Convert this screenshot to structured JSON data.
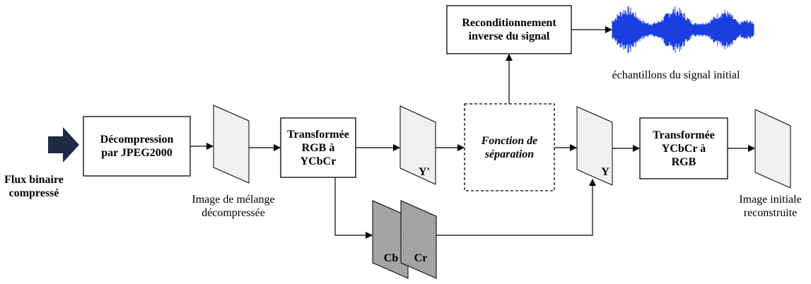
{
  "input": {
    "line1": "Flux binaire",
    "line2": "compressé"
  },
  "blocks": {
    "decompression": {
      "line1": "Décompression",
      "line2": "par JPEG2000"
    },
    "rgb_to_ycbcr": {
      "line1": "Transformée",
      "line2": "RGB à",
      "line3": "YCbCr"
    },
    "separation": {
      "line1": "Fonction de",
      "line2": "séparation"
    },
    "ycbcr_to_rgb": {
      "line1": "Transformée",
      "line2": "YCbCr à",
      "line3": "RGB"
    },
    "reconditioning": {
      "line1": "Reconditionnement",
      "line2": "inverse du signal"
    }
  },
  "planes": {
    "y_prime": "Y'",
    "y": "Y",
    "cb": "Cb",
    "cr": "Cr"
  },
  "captions": {
    "mixed_image": {
      "line1": "Image de mélange",
      "line2": "décompressée"
    },
    "reconstructed": {
      "line1": "Image initiale",
      "line2": "reconstruite"
    },
    "samples": "échantillons du signal initial"
  },
  "colors": {
    "input_arrow": "#1c2a44",
    "plane_fill": "#f0f0f0",
    "chroma_fill": "#a9a9a9",
    "waveform": "#1a3fe0"
  }
}
